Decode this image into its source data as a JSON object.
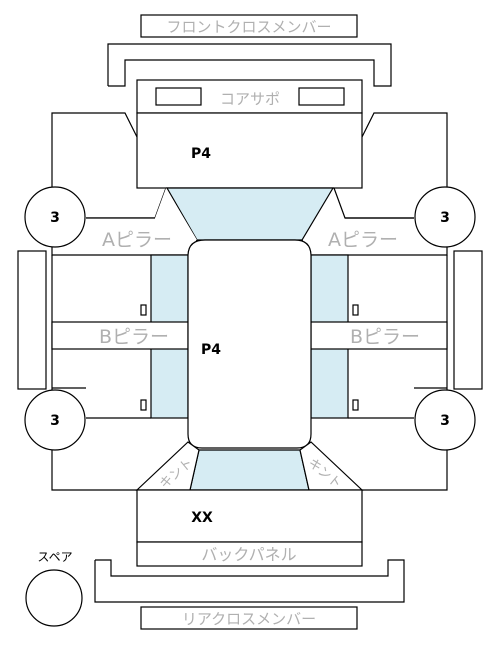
{
  "labels": {
    "front_cross_member": "フロントクロスメンバー",
    "core_support": "コアサポ",
    "a_pillar": "Aピラー",
    "b_pillar": "Bピラー",
    "back_panel": "バックパネル",
    "rear_cross_member": "リアクロスメンバー",
    "spare": "スペア",
    "kinto": "キント"
  },
  "grades": {
    "front": "P4",
    "center": "P4",
    "rear": "XX",
    "wheel_front_left": "3",
    "wheel_front_right": "3",
    "wheel_rear_left": "3",
    "wheel_rear_right": "3"
  },
  "colors": {
    "glass": "#d6ecf3",
    "label_gray": "#b0b0b0"
  }
}
